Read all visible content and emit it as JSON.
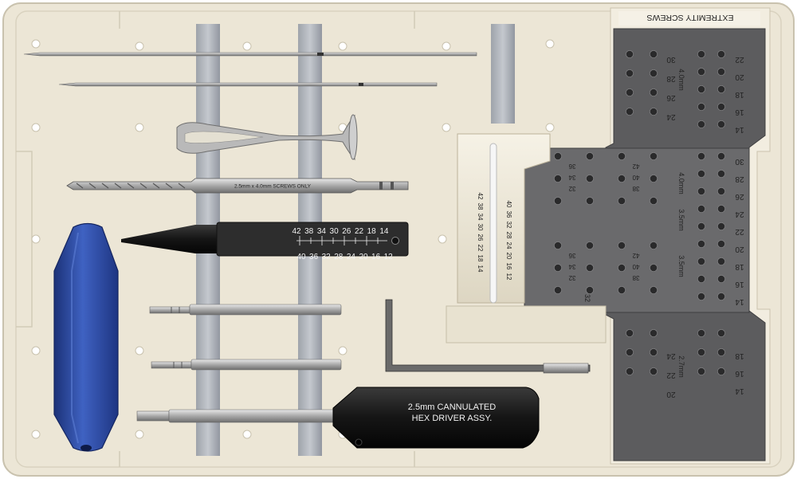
{
  "tray": {
    "lid_label": "EXTREMITY SCREWS",
    "colors": {
      "tray": "#ece6d6",
      "tray_edge": "#cfc8b6",
      "rail": "#a9adb4",
      "caddy": "#5d5d5f",
      "blue_handle": "#2f4fa8",
      "black_handle": "#1c1c1c"
    }
  },
  "gauge": {
    "top_scale": [
      "42",
      "38",
      "34",
      "30",
      "26",
      "22",
      "18",
      "14"
    ],
    "bottom_scale": [
      "40",
      "36",
      "32",
      "28",
      "24",
      "20",
      "16",
      "12"
    ]
  },
  "drill": {
    "shaft_label": "2.5mm x 4.0mm SCREWS ONLY"
  },
  "driver": {
    "label_line1": "2.5mm CANNULATED",
    "label_line2": "HEX DRIVER ASSY."
  },
  "depth_insert": {
    "col_a": [
      "42",
      "38",
      "34",
      "30",
      "26",
      "22",
      "18",
      "14"
    ],
    "col_b": [
      "40",
      "36",
      "32",
      "28",
      "24",
      "20",
      "16",
      "12"
    ]
  },
  "caddy": {
    "top_right_numbers": [
      "22",
      "20",
      "18",
      "16",
      "14"
    ],
    "top_left_numbers": [
      "30",
      "28",
      "26",
      "24"
    ],
    "top_size": "4.0mm",
    "mid_left_numbers_a": [
      "36",
      "34",
      "32"
    ],
    "mid_left_numbers_b": [
      "42",
      "40",
      "38"
    ],
    "mid_left_numbers_c": [
      "36",
      "34",
      "32"
    ],
    "mid_left_numbers_d": [
      "42",
      "40",
      "38"
    ],
    "mid_right_numbers": [
      "30",
      "28",
      "26",
      "24",
      "22",
      "20",
      "18",
      "16",
      "14"
    ],
    "mid_size_a": "4.0mm",
    "mid_size_b": "3.5mm",
    "mid_size_c": "3.5mm",
    "bottom_numbers": [
      "18",
      "16",
      "14"
    ],
    "bottom_left_numbers": [
      "24",
      "22",
      "20"
    ],
    "bottom_size": "2.7mm",
    "left_edge_number": "32"
  }
}
